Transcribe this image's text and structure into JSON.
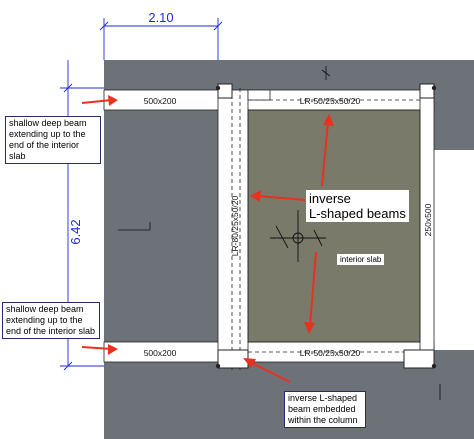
{
  "dimensions": {
    "top": "2.10",
    "left": "6.42"
  },
  "beams": {
    "shallow_top": "500x200",
    "shallow_bottom": "500x200",
    "top_inverse": "LR-50/25x50/20",
    "bottom_inverse": "LR-50/25x50/20",
    "left_inverse": "LR-80/25x50/20",
    "right": "250x500"
  },
  "labels": {
    "interior_slab": "interior slab",
    "note_top": "shallow deep beam\nextending up to the\nend of the interior slab",
    "note_bottom": "shallow deep beam\nextending up to the\nend of the interior slab",
    "note_center": "inverse\nL-shaped beams",
    "note_column": "inverse L-shaped\nbeam embedded\nwithin the column"
  },
  "colors": {
    "slab_grey": "#6d7279",
    "interior_slab": "#7a7a6b",
    "beam_fill": "#ffffff",
    "annotation_arrow": "#e8321e",
    "dimension_blue": "#1f2bd6",
    "note_border": "#2a2a66"
  }
}
